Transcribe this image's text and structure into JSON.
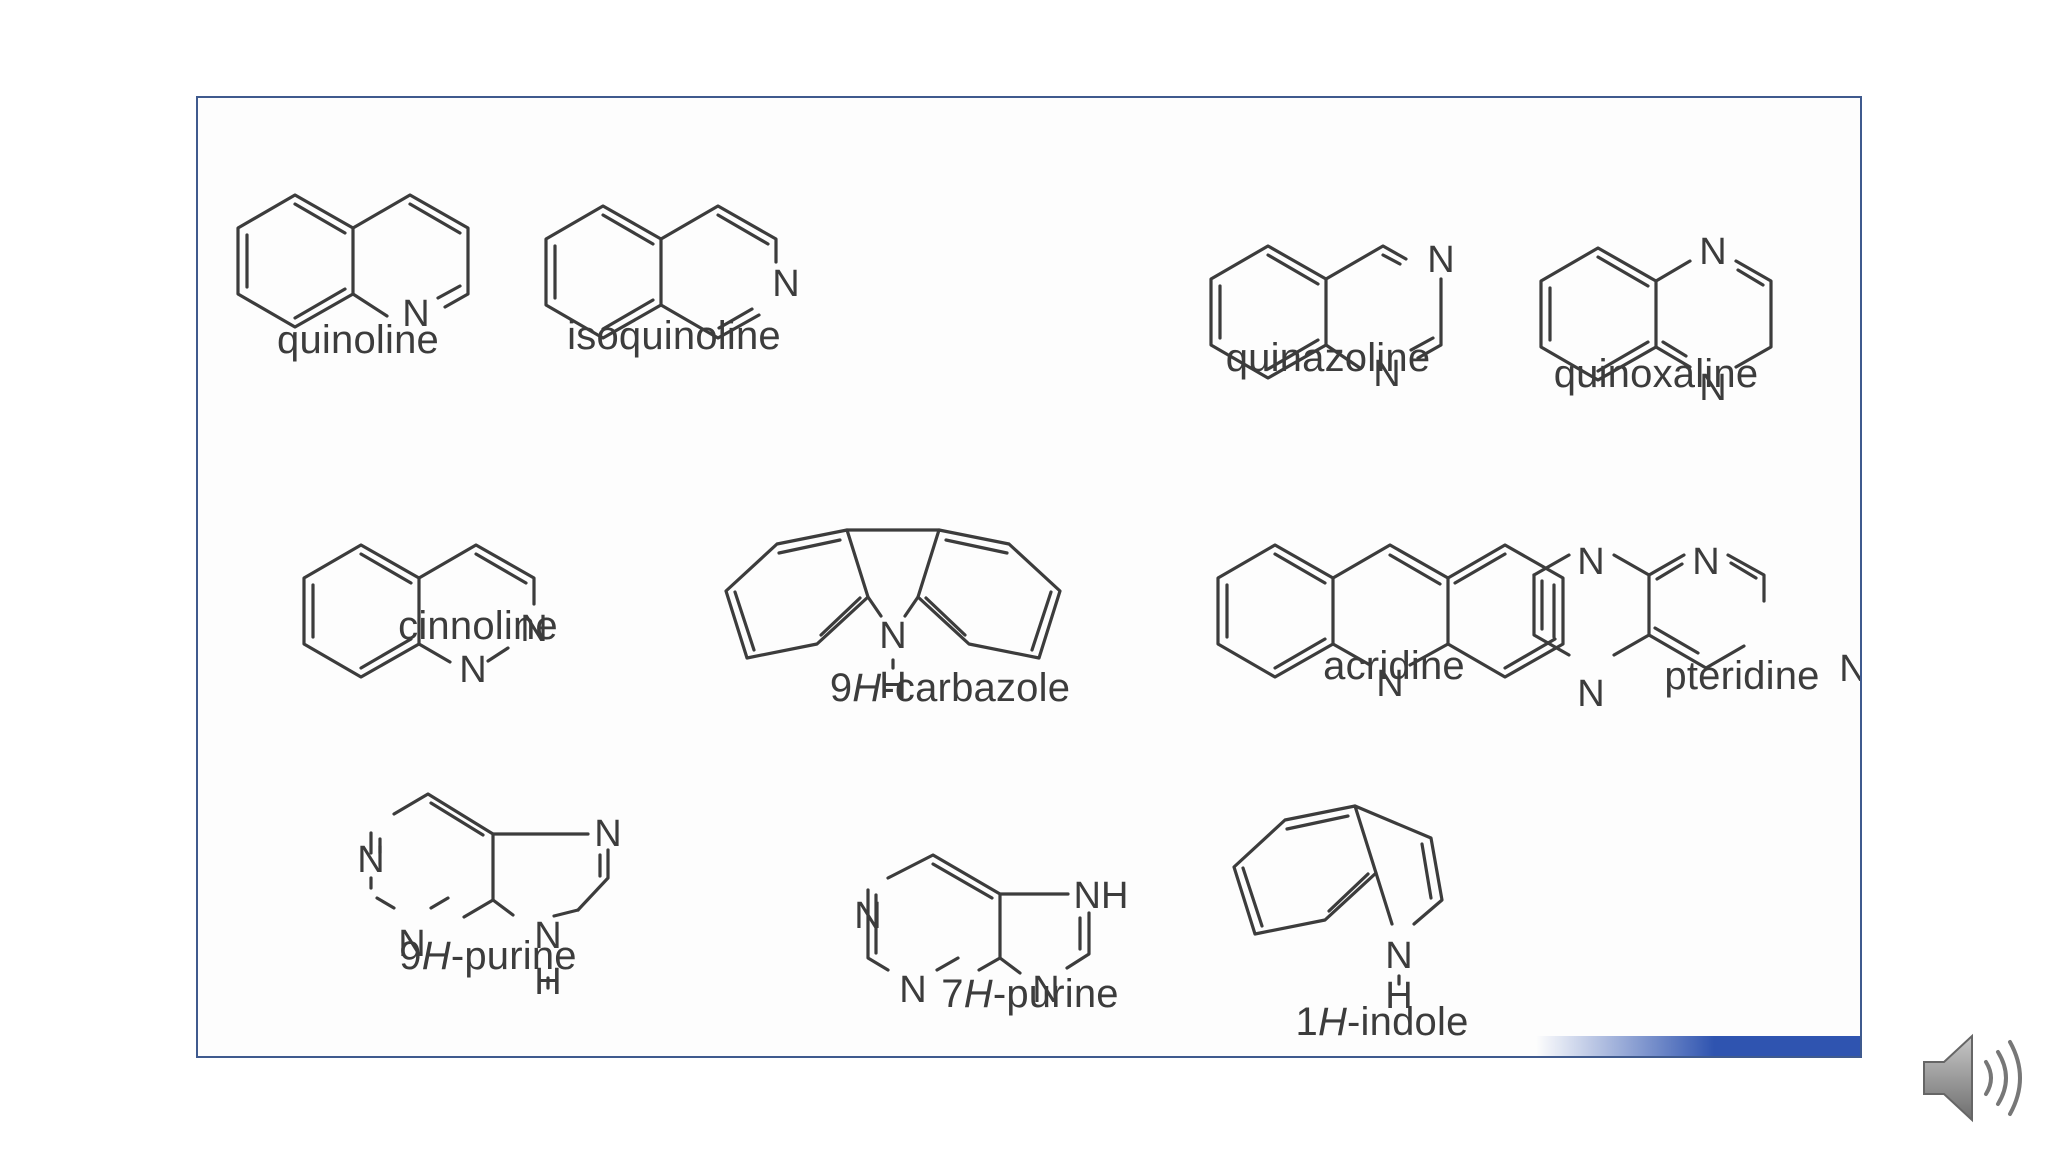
{
  "slide": {
    "compounds": [
      {
        "name": "quinoline"
      },
      {
        "name": "isoquinoline"
      },
      {
        "name": "quinazoline"
      },
      {
        "name": "quinoxaline"
      },
      {
        "name": "cinnoline"
      },
      {
        "name": "9H-carbazole",
        "prefix": "9",
        "italic": "H",
        "suffix": "-carbazole"
      },
      {
        "name": "acridine"
      },
      {
        "name": "pteridine"
      },
      {
        "name": "9H-purine",
        "prefix": "9",
        "italic": "H",
        "suffix": "-purine"
      },
      {
        "name": "7H-purine",
        "prefix": "7",
        "italic": "H",
        "suffix": "-purine"
      },
      {
        "name": "1H-indole",
        "prefix": "1",
        "italic": "H",
        "suffix": "-indole"
      }
    ],
    "atoms": {
      "nitrogen": "N",
      "hydrogen": "H",
      "imine": "NH"
    }
  },
  "audio": {
    "icon": "speaker-icon"
  },
  "colors": {
    "frame": "#3f5a8e",
    "ink": "#3c3c3c",
    "accent": "#2f54b0"
  }
}
